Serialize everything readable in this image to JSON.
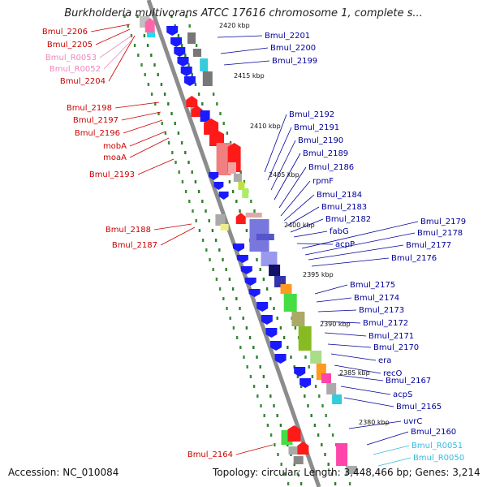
{
  "title": "Burkholderia multivorans ATCC 17616 chromosome 1, complete s...",
  "accession": "Accession: NC_010084",
  "summary": "Topology: circular; Length: 3,448,466 bp; Genes: 3,214",
  "colors": {
    "backbone": "#8c8c8c",
    "dot_outer": "#3a8a3a",
    "dot_inner": "#2e7d2e",
    "blue": "#1a1aff",
    "red": "#ff1a1a",
    "salmon": "#f08080",
    "label_red": "#cc0000",
    "label_blue": "#000099",
    "label_pink": "#ee88bb",
    "label_cyan": "#33bbdd"
  },
  "scale_labels": [
    "2420 kbp",
    "2415 kbp",
    "2410 kbp",
    "2405 kbp",
    "2400 kbp",
    "2395 kbp",
    "2390 kbp",
    "2385 kbp",
    "2380 kbp"
  ],
  "left_labels": [
    {
      "text": "Bmul_2206",
      "color": "label_red"
    },
    {
      "text": "Bmul_2205",
      "color": "label_red"
    },
    {
      "text": "Bmul_R0053",
      "color": "label_pink"
    },
    {
      "text": "Bmul_R0052",
      "color": "label_pink"
    },
    {
      "text": "Bmul_2204",
      "color": "label_red"
    },
    {
      "text": "Bmul_2198",
      "color": "label_red"
    },
    {
      "text": "Bmul_2197",
      "color": "label_red"
    },
    {
      "text": "Bmul_2196",
      "color": "label_red"
    },
    {
      "text": "mobA",
      "color": "label_red"
    },
    {
      "text": "moaA",
      "color": "label_red"
    },
    {
      "text": "Bmul_2193",
      "color": "label_red"
    },
    {
      "text": "Bmul_2188",
      "color": "label_red"
    },
    {
      "text": "Bmul_2187",
      "color": "label_red"
    },
    {
      "text": "Bmul_2164",
      "color": "label_red"
    }
  ],
  "right_labels": [
    {
      "text": "Bmul_2201",
      "color": "label_blue"
    },
    {
      "text": "Bmul_2200",
      "color": "label_blue"
    },
    {
      "text": "Bmul_2199",
      "color": "label_blue"
    },
    {
      "text": "Bmul_2192",
      "color": "label_blue"
    },
    {
      "text": "Bmul_2191",
      "color": "label_blue"
    },
    {
      "text": "Bmul_2190",
      "color": "label_blue"
    },
    {
      "text": "Bmul_2189",
      "color": "label_blue"
    },
    {
      "text": "Bmul_2186",
      "color": "label_blue"
    },
    {
      "text": "rpmF",
      "color": "label_blue"
    },
    {
      "text": "Bmul_2184",
      "color": "label_blue"
    },
    {
      "text": "Bmul_2183",
      "color": "label_blue"
    },
    {
      "text": "Bmul_2182",
      "color": "label_blue"
    },
    {
      "text": "fabG",
      "color": "label_blue"
    },
    {
      "text": "acpP",
      "color": "label_blue"
    },
    {
      "text": "Bmul_2179",
      "color": "label_blue"
    },
    {
      "text": "Bmul_2178",
      "color": "label_blue"
    },
    {
      "text": "Bmul_2177",
      "color": "label_blue"
    },
    {
      "text": "Bmul_2176",
      "color": "label_blue"
    },
    {
      "text": "Bmul_2175",
      "color": "label_blue"
    },
    {
      "text": "Bmul_2174",
      "color": "label_blue"
    },
    {
      "text": "Bmul_2173",
      "color": "label_blue"
    },
    {
      "text": "Bmul_2172",
      "color": "label_blue"
    },
    {
      "text": "Bmul_2171",
      "color": "label_blue"
    },
    {
      "text": "Bmul_2170",
      "color": "label_blue"
    },
    {
      "text": "era",
      "color": "label_blue"
    },
    {
      "text": "recO",
      "color": "label_blue"
    },
    {
      "text": "Bmul_2167",
      "color": "label_blue"
    },
    {
      "text": "acpS",
      "color": "label_blue"
    },
    {
      "text": "Bmul_2165",
      "color": "label_blue"
    },
    {
      "text": "uvrC",
      "color": "label_blue"
    },
    {
      "text": "Bmul_2160",
      "color": "label_blue"
    },
    {
      "text": "Bmul_R0051",
      "color": "label_cyan"
    },
    {
      "text": "Bmul_R0050",
      "color": "label_cyan"
    }
  ]
}
